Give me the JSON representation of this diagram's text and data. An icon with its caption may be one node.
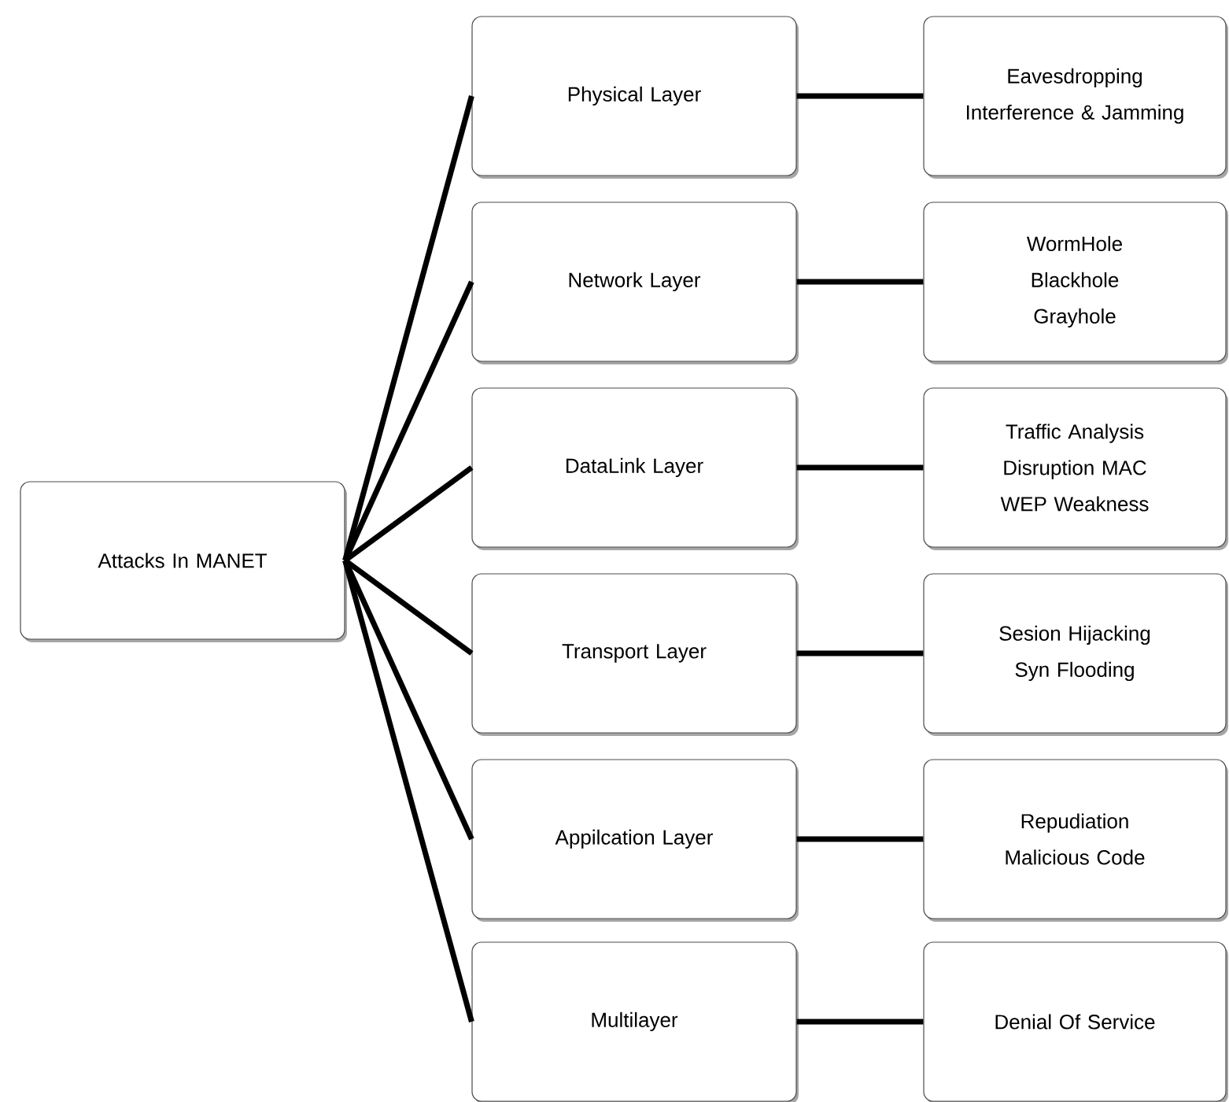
{
  "diagram": {
    "nodes": [
      {
        "text": [
          "Attacks In MANET"
        ]
      },
      {
        "text": [
          "Physical Layer"
        ]
      },
      {
        "text": [
          "Network Layer"
        ]
      },
      {
        "text": [
          "DataLink Layer"
        ]
      },
      {
        "text": [
          "Transport Layer"
        ]
      },
      {
        "text": [
          "Appilcation Layer"
        ]
      },
      {
        "text": [
          "Multilayer"
        ]
      },
      {
        "text": [
          "Eavesdropping",
          "Interference & Jamming"
        ]
      },
      {
        "text": [
          "WormHole",
          "Blackhole",
          "Grayhole"
        ]
      },
      {
        "text": [
          "Traffic Analysis",
          "Disruption MAC",
          "WEP Weakness"
        ]
      },
      {
        "text": [
          "Sesion Hijacking",
          "Syn Flooding"
        ]
      },
      {
        "text": [
          "Repudiation",
          "Malicious Code"
        ]
      },
      {
        "text": [
          "Denial Of Service"
        ]
      }
    ],
    "edges": [
      {
        "from": 0,
        "to": 1,
        "arrow": "none"
      },
      {
        "from": 0,
        "to": 2,
        "arrow": "none"
      },
      {
        "from": 0,
        "to": 3,
        "arrow": "none"
      },
      {
        "from": 0,
        "to": 4,
        "arrow": "none"
      },
      {
        "from": 0,
        "to": 5,
        "arrow": "none"
      },
      {
        "from": 0,
        "to": 6,
        "arrow": "none"
      },
      {
        "from": 1,
        "to": 7,
        "arrow": "none"
      },
      {
        "from": 2,
        "to": 8,
        "arrow": "none"
      },
      {
        "from": 3,
        "to": 9,
        "arrow": "none"
      },
      {
        "from": 4,
        "to": 10,
        "arrow": "none"
      },
      {
        "from": 5,
        "to": 11,
        "arrow": "none"
      },
      {
        "from": 6,
        "to": 12,
        "arrow": "none"
      }
    ]
  }
}
